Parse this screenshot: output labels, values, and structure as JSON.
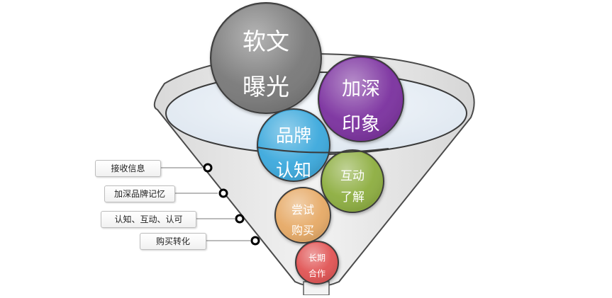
{
  "bubbles": [
    {
      "id": "exposure",
      "line1": "软文",
      "line2": "曝光",
      "color": "#787878"
    },
    {
      "id": "deepen",
      "line1": "加深",
      "line2": "印象",
      "color": "#7a2f9e"
    },
    {
      "id": "brand",
      "line1": "品牌",
      "line2": "认知",
      "color": "#3aa8dc"
    },
    {
      "id": "interact",
      "line1": "互动",
      "line2": "了解",
      "color": "#8cad3e"
    },
    {
      "id": "trial",
      "line1": "尝试",
      "line2": "购买",
      "color": "#e6a965"
    },
    {
      "id": "longterm",
      "line1": "长期",
      "line2": "合作",
      "color": "#e05252"
    }
  ],
  "stages": [
    {
      "id": "receive",
      "label": "接收信息"
    },
    {
      "id": "memory",
      "label": "加深品牌记忆"
    },
    {
      "id": "cognition",
      "label": "认知、互动、认可"
    },
    {
      "id": "conversion",
      "label": "购买转化"
    }
  ]
}
